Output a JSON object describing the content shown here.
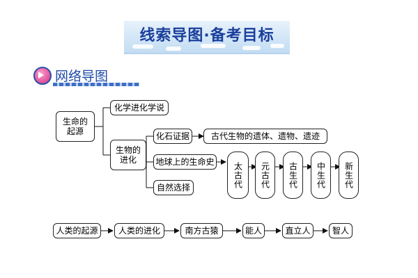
{
  "banner": {
    "title": "线索导图·备考目标"
  },
  "section": {
    "title": "网络导图"
  },
  "diagram": {
    "origin": "生命的\n起源",
    "chem_evolution": "化学进化学说",
    "bio_evolution": "生物的\n进化",
    "fossil": "化石证据",
    "fossil_desc": "古代生物的遗体、遗物、遗迹",
    "earth_history": "地球上的生命史",
    "natural_selection": "自然选择",
    "eras": [
      "太古代",
      "元古代",
      "古生代",
      "中生代",
      "新生代"
    ],
    "human_chain": [
      "人类的起源",
      "人类的进化",
      "南方古猿",
      "能人",
      "直立人",
      "智人"
    ]
  }
}
